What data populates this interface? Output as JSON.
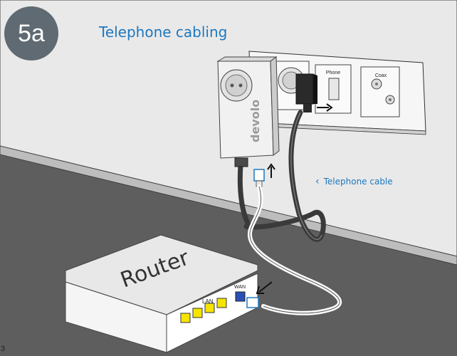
{
  "step": "5a",
  "title": "Telephone cabling",
  "labels": {
    "phone": "Phone",
    "coax": "Coax",
    "brand": "devolo",
    "telephone_cable": "Telephone cable",
    "router": "Router",
    "lan": "LAN",
    "wan": "WAN"
  },
  "page_number": "3",
  "icons": {
    "cable_chevron": "chevron-left-icon"
  },
  "colors": {
    "accent": "#1e78be",
    "badge": "#5f6a72",
    "wall": "#e9e9e9",
    "floor": "#5e5e5e",
    "lan_ports": "#f5e400",
    "wan_port": "#2a4fb5"
  }
}
